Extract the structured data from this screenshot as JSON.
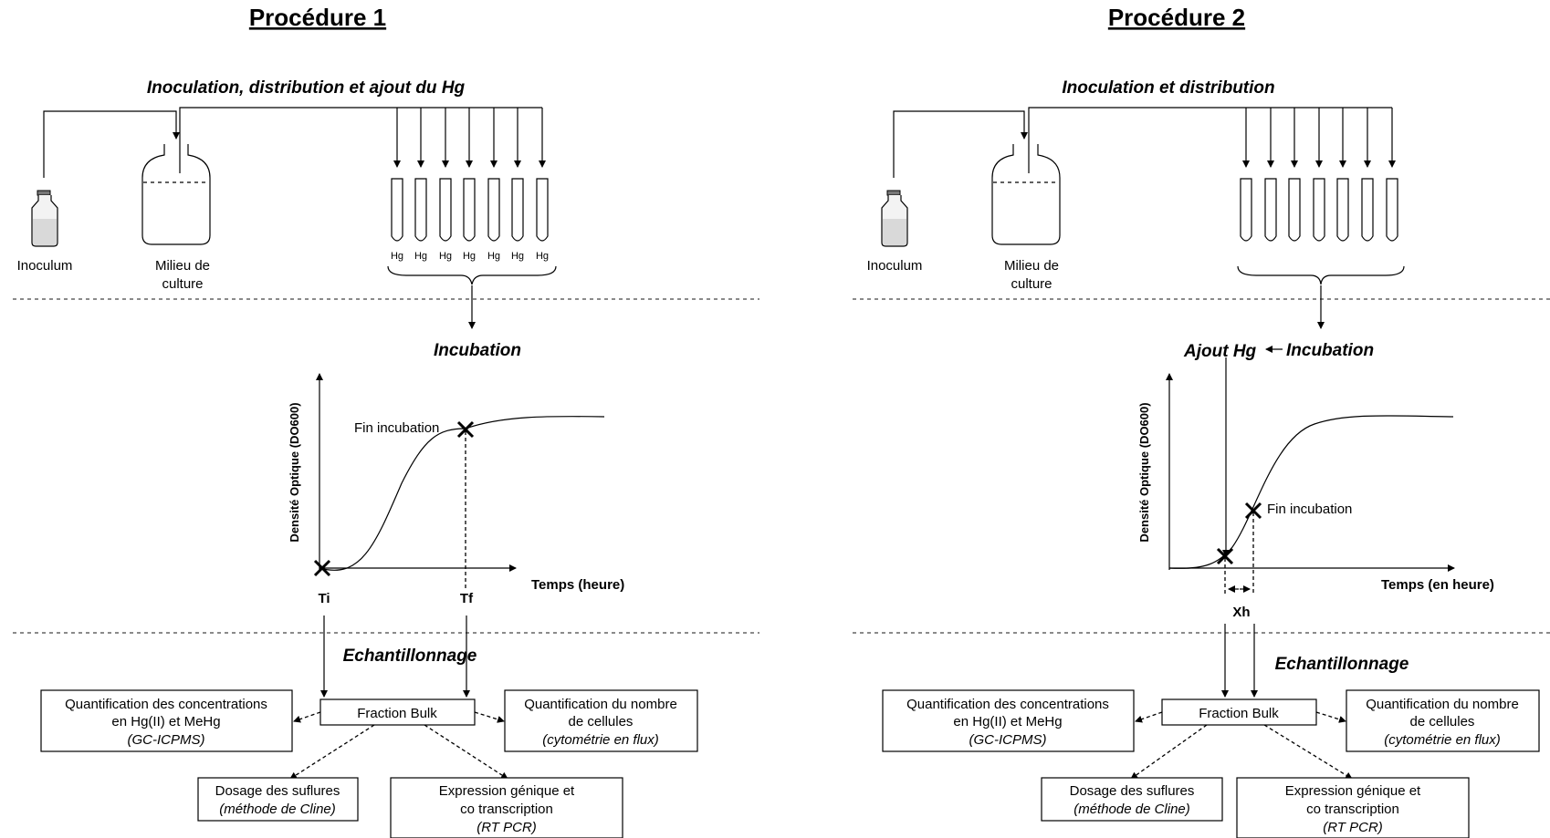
{
  "procedures": [
    {
      "title": "Procédure 1",
      "step1": "Inoculation, distribution et ajout du Hg",
      "inoculum": "Inoculum",
      "milieu_line1": "Milieu de",
      "milieu_line2": "culture",
      "tube_label": "Hg",
      "step2": "Incubation",
      "ylabel": "Densité Optique (DO600)",
      "xlabel": "Temps (heure)",
      "fin": "Fin incubation",
      "ti": "Ti",
      "tf": "Tf",
      "step3": "Echantillonnage",
      "fraction": "Fraction Bulk",
      "quant_hg": [
        "Quantification des concentrations",
        "en Hg(II) et MeHg",
        "(GC-ICPMS)"
      ],
      "quant_cells": [
        "Quantification du nombre",
        "de cellules",
        "(cytométrie en flux)"
      ],
      "dosage": [
        "Dosage des suflures",
        "(méthode de Cline)"
      ],
      "expression": [
        "Expression génique et",
        "co transcription",
        "(RT PCR)"
      ]
    },
    {
      "title": "Procédure 2",
      "step1": "Inoculation et distribution",
      "inoculum": "Inoculum",
      "milieu_line1": "Milieu de",
      "milieu_line2": "culture",
      "step2_prefix": "Ajout Hg",
      "step2": "Incubation",
      "ylabel": "Densité Optique (DO600)",
      "xlabel": "Temps (en heure)",
      "fin": "Fin incubation",
      "xh": "Xh",
      "step3": "Echantillonnage",
      "fraction": "Fraction Bulk",
      "quant_hg": [
        "Quantification des concentrations",
        "en Hg(II) et MeHg",
        "(GC-ICPMS)"
      ],
      "quant_cells": [
        "Quantification du nombre",
        "de cellules",
        "(cytométrie en flux)"
      ],
      "dosage": [
        "Dosage des suflures",
        "(méthode de Cline)"
      ],
      "expression": [
        "Expression génique et",
        "co transcription",
        "(RT PCR)"
      ]
    }
  ]
}
